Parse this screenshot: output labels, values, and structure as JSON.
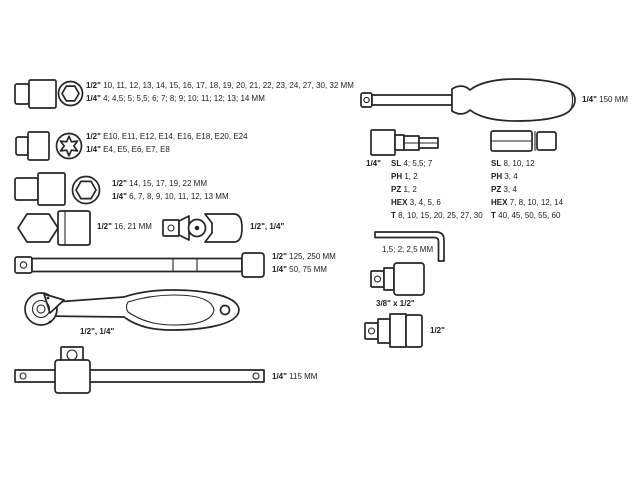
{
  "colors": {
    "line": "#262626",
    "text": "#1c1c1c",
    "background": "#ffffff"
  },
  "items": {
    "hex_sockets": {
      "icon": "socket-side, hex-socket-front",
      "lines": [
        {
          "size": "1/2\"",
          "values": "10, 11, 12, 13, 14, 15, 16, 17, 18, 19, 20, 21, 22, 23, 24, 27, 30, 32 MM"
        },
        {
          "size": "1/4\"",
          "values": "4; 4,5; 5; 5,5; 6; 7; 8; 9; 10; 11; 12; 13; 14 MM"
        }
      ]
    },
    "e_torx_sockets": {
      "icon": "socket-side, e-torx-socket-front",
      "lines": [
        {
          "size": "1/2\"",
          "values": "E10, E11, E12, E14, E16, E18, E20, E24"
        },
        {
          "size": "1/4\"",
          "values": "E4, E5, E6, E7, E8"
        }
      ]
    },
    "deep_sockets": {
      "icon": "deep-socket-side, hex-socket-front",
      "lines": [
        {
          "size": "1/2\"",
          "values": "14, 15, 17, 19, 22 MM"
        },
        {
          "size": "1/4\"",
          "values": "6, 7, 8, 9, 10, 11, 12, 13 MM"
        }
      ]
    },
    "spark_plug_sockets": {
      "icon": "spark-plug-socket",
      "size": "1/2\"",
      "values": "16, 21 MM"
    },
    "universal_joint": {
      "icon": "universal-joint",
      "label": "1/2\", 1/4\""
    },
    "extension_bars": {
      "icon": "extension-bar",
      "lines": [
        {
          "size": "1/2\"",
          "values": "125, 250 MM"
        },
        {
          "size": "1/4\"",
          "values": "50, 75 MM"
        }
      ]
    },
    "ratchet": {
      "icon": "ratchet-handle",
      "label": "1/2\", 1/4\""
    },
    "sliding_t_bar": {
      "icon": "sliding-t-bar",
      "size": "1/4\"",
      "values": "115 MM"
    },
    "bit_driver": {
      "icon": "screwdriver-bit-driver",
      "size": "1/4\"",
      "values": "150 MM"
    },
    "bits_small": {
      "icon": "bit-socket",
      "size": "1/4\"",
      "rows": [
        {
          "type": "SL",
          "values": "4; 5,5; 7"
        },
        {
          "type": "PH",
          "values": "1, 2"
        },
        {
          "type": "PZ",
          "values": "1, 2"
        },
        {
          "type": "HEX",
          "values": "3, 4, 5, 6"
        },
        {
          "type": "T",
          "values": "8, 10, 15, 20, 25, 27, 30"
        }
      ]
    },
    "bits_long": {
      "icon": "hex-shank-bit",
      "rows": [
        {
          "type": "SL",
          "values": "8, 10, 12"
        },
        {
          "type": "PH",
          "values": "3, 4"
        },
        {
          "type": "PZ",
          "values": "3, 4"
        },
        {
          "type": "HEX",
          "values": "7, 8, 10, 12, 14"
        },
        {
          "type": "T",
          "values": "40, 45, 50, 55, 60"
        }
      ]
    },
    "hex_key": {
      "icon": "hex-key",
      "values": "1,5; 2; 2,5 MM"
    },
    "adapter_3_8_to_1_2": {
      "icon": "socket-adapter",
      "label": "3/8\" x 1/2\""
    },
    "adapter_1_2": {
      "icon": "socket-adapter",
      "label": "1/2\""
    }
  }
}
